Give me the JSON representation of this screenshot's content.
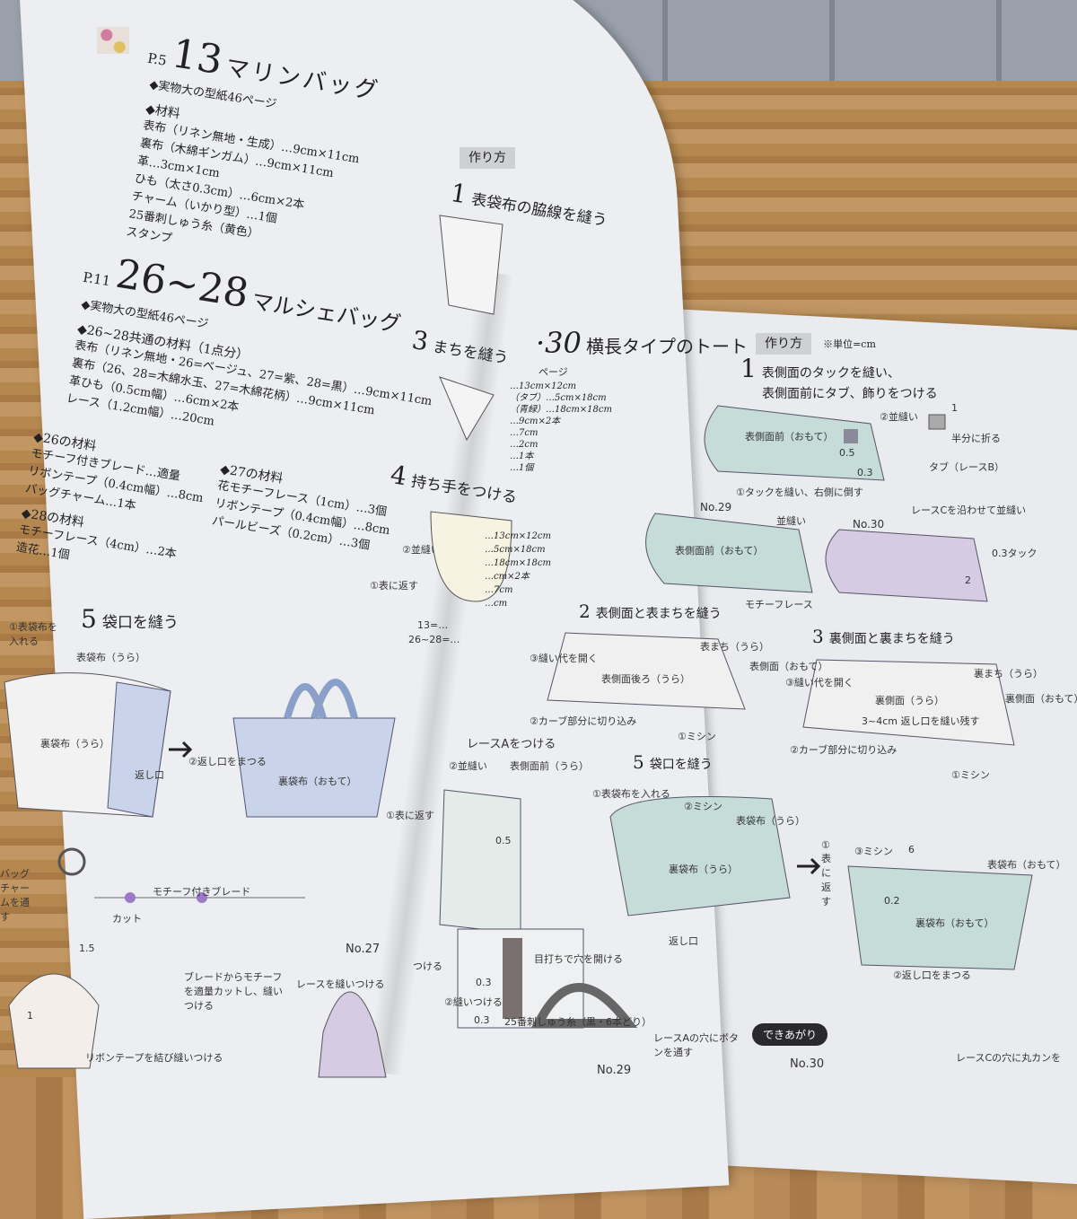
{
  "left": {
    "s13": {
      "page": "P.5",
      "number": "13",
      "title": "マリンバッグ",
      "pattern": "◆実物大の型紙46ページ",
      "mat_head": "◆材料",
      "materials": [
        "表布（リネン無地・生成）…9cm×11cm",
        "裏布（木綿ギンガム）…9cm×11cm",
        "革…3cm×1cm",
        "ひも（太さ0.3cm）…6cm×2本",
        "チャーム（いかり型）…1個",
        "25番刺しゅう糸（黄色）",
        "スタンプ"
      ]
    },
    "s26": {
      "page": "P.11",
      "number": "26~28",
      "title": "マルシェバッグ",
      "pattern": "◆実物大の型紙46ページ",
      "common_head": "◆26~28共通の材料（1点分）",
      "common": [
        "表布（リネン無地・26=ベージュ、27=紫、28=黒）…9cm×11cm",
        "裏布（26、28=木綿水玉、27=木綿花柄）…9cm×11cm",
        "革ひも（0.5cm幅）…6cm×2本",
        "レース（1.2cm幅）…20cm"
      ],
      "m26_head": "◆26の材料",
      "m26": [
        "モチーフ付きブレード…適量",
        "リボンテープ（0.4cm幅）…8cm",
        "バッグチャーム…1本"
      ],
      "m27_head": "◆27の材料",
      "m27": [
        "花モチーフレース（1cm）…3個",
        "リボンテープ（0.4cm幅）…8cm",
        "パールビーズ（0.2cm）…3個"
      ],
      "m28_head": "◆28の材料",
      "m28": [
        "モチーフレース（4cm）…2本",
        "造花…1個"
      ]
    },
    "step5": {
      "num": "5",
      "text": "袋口を縫う",
      "labels": [
        "①表袋布を入れる",
        "表袋布（うら）",
        "裏袋布（うら）",
        "返し口",
        "②返し口をまつる",
        "裏袋布（おもて）",
        "①表に返す"
      ]
    },
    "mid": {
      "howto": "作り方",
      "s1": "1",
      "s1_text": "表袋布の脇線を縫う",
      "s3": "3",
      "s3_text": "まちを縫う",
      "s4": "4",
      "s4_text": "持ち手をつける",
      "s4_labels": [
        "②並縫い",
        "①表に返す",
        "13=…",
        "26~28=…"
      ]
    },
    "bottom": {
      "labels": [
        "モチーフ付きブレード",
        "カット",
        "ブレードからモチーフを適量カットし、縫いつける",
        "リボンテープを結び縫いつける",
        "No.27",
        "レースを縫いつける",
        "バッグチャームを通す",
        "1.5",
        "1"
      ]
    }
  },
  "right": {
    "header": {
      "number": "·30",
      "title": "横長タイプのトート",
      "pattern": "ページ",
      "howto": "作り方",
      "unit": "※単位=cm"
    },
    "partial_materials": [
      "…13cm×12cm",
      "（タブ）…5cm×18cm",
      "（青緑）…18cm×18cm",
      "…9cm×2本",
      "…7cm",
      "…2cm",
      "…1本",
      "…1個"
    ],
    "partial_materials2": [
      "…13cm×12cm",
      "…5cm×18cm",
      "…18cm×18cm",
      "…cm×2本",
      "…7cm",
      "…cm"
    ],
    "step1": {
      "num": "1",
      "text1": "表側面のタックを縫い、",
      "text2": "表側面前にタブ、飾りをつける",
      "labels": [
        "表側面前（おもて）",
        "②並縫い",
        "0.5",
        "0.3",
        "1",
        "半分に折る",
        "タブ（レースB）",
        "①タックを縫い、右側に倒す",
        "No.29",
        "No.30",
        "並縫い",
        "表側面前（おもて）",
        "モチーフレース",
        "レースCを沿わせて並縫い",
        "0.3タック",
        "2"
      ]
    },
    "step2": {
      "num": "2",
      "text": "表側面と表まちを縫う",
      "labels": [
        "③縫い代を開く",
        "表まち（うら）",
        "表側面（おもて）",
        "表側面後ろ（うら）",
        "②カーブ部分に切り込み",
        "①ミシン"
      ]
    },
    "step3": {
      "num": "3",
      "text": "裏側面と裏まちを縫う",
      "labels": [
        "③縫い代を開く",
        "裏まち（うら）",
        "裏側面（うら）",
        "3~4cm 返し口を縫い残す",
        "裏側面（おもて）",
        "②カーブ部分に切り込み",
        "①ミシン"
      ]
    },
    "step4": {
      "text": "レースAをつける",
      "labels": [
        "②並縫い",
        "表側面前（うら）",
        "0.5",
        "0.3",
        "目打ちで穴を開ける",
        "25番刺しゅう糸（黒・6本どり）",
        "②縫いつける",
        "0.3",
        "つける"
      ]
    },
    "step5": {
      "num": "5",
      "text": "袋口を縫う",
      "labels": [
        "①表袋布を入れる",
        "②ミシン",
        "表袋布（うら）",
        "裏袋布（うら）",
        "返し口",
        "①表に返す",
        "③ミシン",
        "6",
        "表袋布（おもて）",
        "0.2",
        "裏袋布（おもて）",
        "②返し口をまつる"
      ]
    },
    "finish": {
      "badge": "できあがり",
      "no29": "No.29",
      "no29_text": "レースAの穴にボタンを通す",
      "no30": "No.30",
      "no30_text": "レースCの穴に丸カンを"
    }
  },
  "colors": {
    "page": "#eceef1",
    "fabric_teal": "#c5dcd9",
    "fabric_purple": "#d6cbe3",
    "gingham": "#c9d4ea",
    "wood": "#b5884f"
  }
}
